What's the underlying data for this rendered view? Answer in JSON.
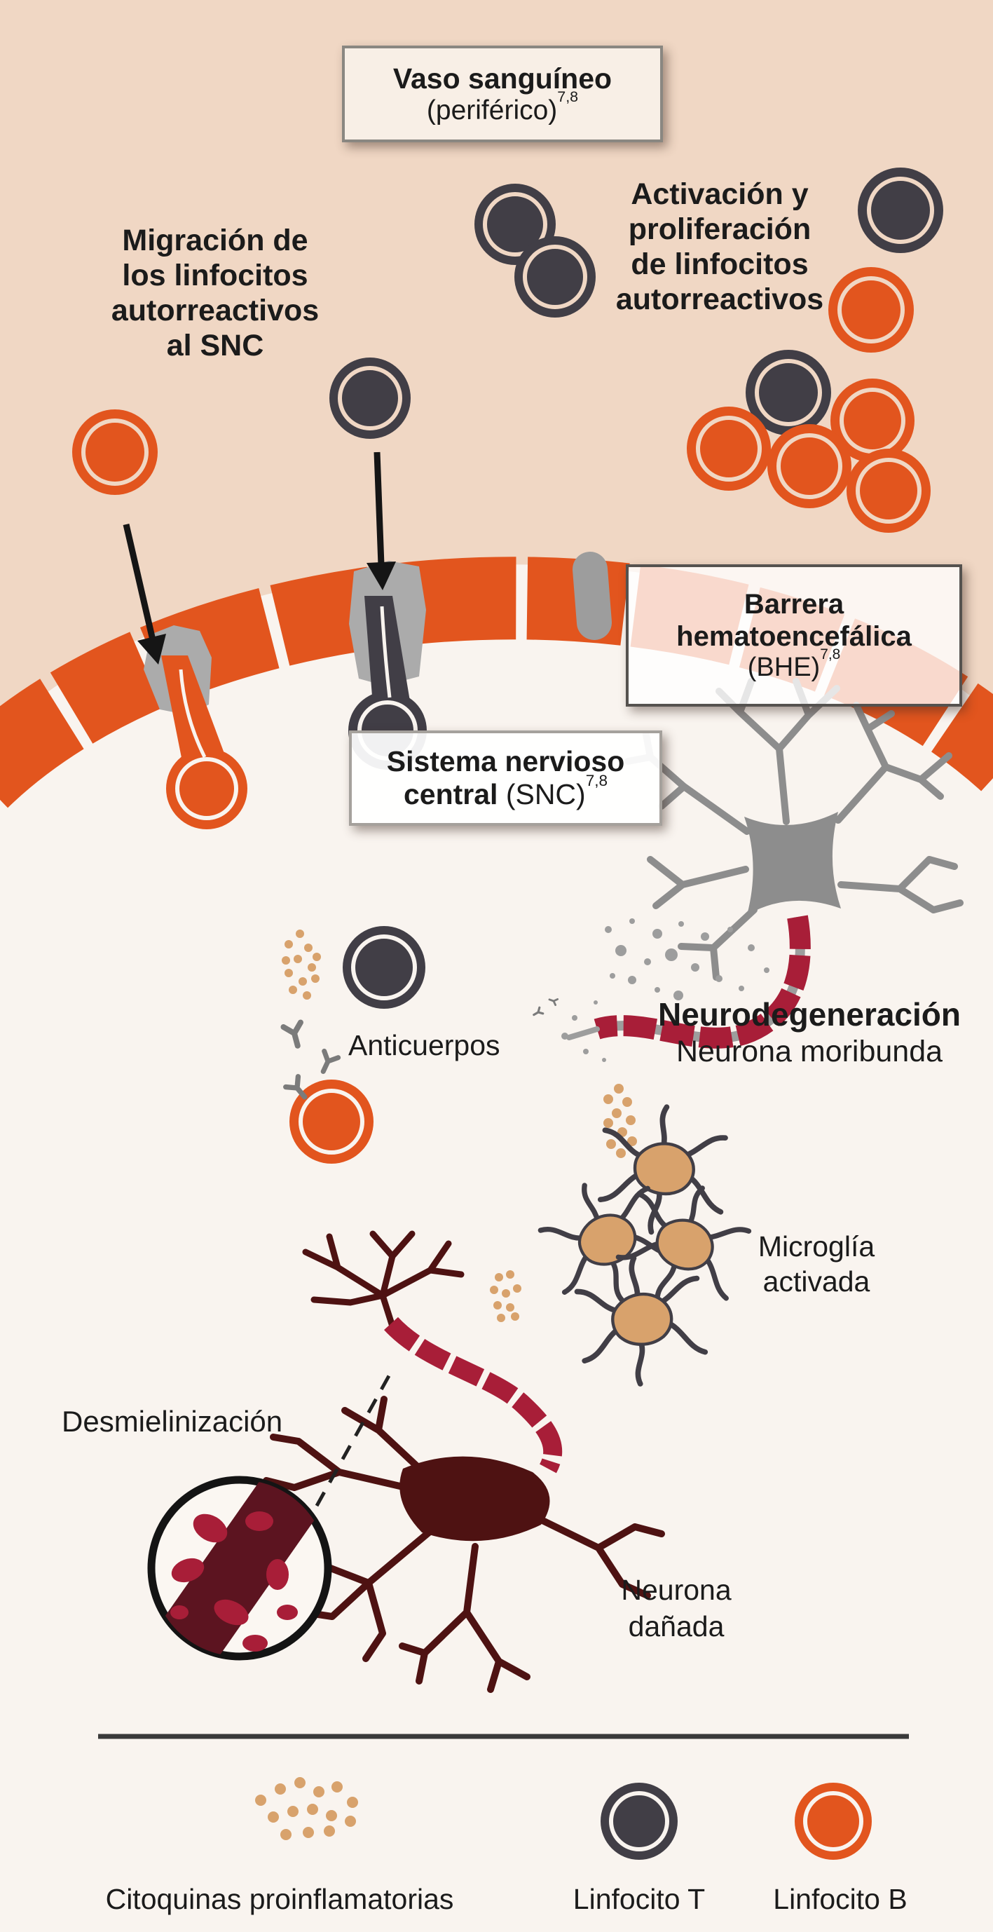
{
  "colors": {
    "background_top": "#f0d7c4",
    "background_bottom": "#f9f4ef",
    "orange": "#e2551e",
    "dark": "#413e46",
    "crimson": "#a81e38",
    "maroon": "#4e1212",
    "tan": "#d8a26c",
    "gray": "#9d9d9d",
    "neuron_gray": "#8d8d8d",
    "antibody_gray": "#7b7b7b",
    "text": "#1b1b1b",
    "box_border": "#55524f"
  },
  "labels": {
    "vaso": {
      "line1": "Vaso sanguíneo",
      "line2": "(periférico)",
      "ref": "7,8"
    },
    "migracion": {
      "lines": [
        "Migración de",
        "los linfocitos",
        "autorreactivos",
        "al SNC"
      ]
    },
    "activacion": {
      "lines": [
        "Activación y",
        "proliferación",
        "de linfocitos",
        "autorreactivos"
      ]
    },
    "barrera": {
      "line1": "Barrera",
      "line2": "hematoencefálica",
      "line3": "(BHE)",
      "ref": "7,8"
    },
    "snc": {
      "line1": "Sistema nervioso",
      "line2_bold": "central",
      "line2_regular": " (SNC)",
      "ref": "7,8"
    },
    "neurodegeneracion": {
      "title": "Neurodegeneración",
      "subtitle": "Neurona moribunda"
    },
    "anticuerpos": "Anticuerpos",
    "microglia": {
      "lines": [
        "Microglía",
        "activada"
      ]
    },
    "desmielinizacion": "Desmielinización",
    "neurona_danada": {
      "lines": [
        "Neurona",
        "dañada"
      ]
    }
  },
  "legend": {
    "cytokines": "Citoquinas proinflamatorias",
    "t_cell": "Linfocito T",
    "b_cell": "Linfocito B"
  }
}
